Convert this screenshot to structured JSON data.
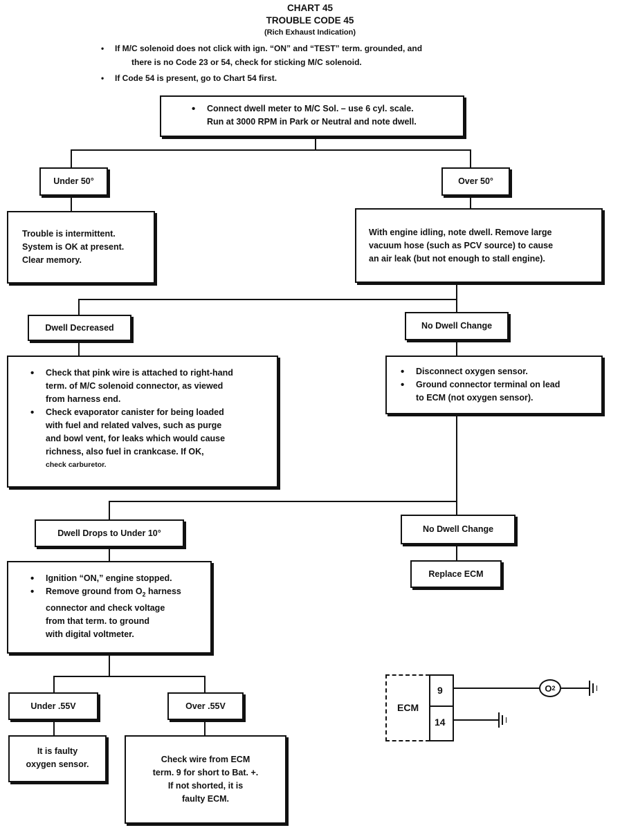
{
  "header": {
    "chart": "CHART 45",
    "code": "TROUBLE CODE 45",
    "subtitle": "(Rich Exhaust Indication)",
    "notes": [
      "If M/C solenoid does not click with ign. “ON” and “TEST” term. grounded, and",
      "there is no Code 23 or 54, check for sticking M/C solenoid.",
      "If Code 54 is present, go to Chart 54 first."
    ]
  },
  "boxes": {
    "start": [
      "Connect dwell meter to M/C Sol. – use 6 cyl. scale.",
      "Run at 3000 RPM in Park or Neutral and note dwell."
    ],
    "under50": "Under 50°",
    "over50": "Over 50°",
    "intermittent": [
      "Trouble is intermittent.",
      "System is OK at present.",
      "Clear memory."
    ],
    "idle_check": [
      "With engine idling, note dwell. Remove large",
      "vacuum hose (such as PCV source) to cause",
      "an air leak (but not enough to stall engine)."
    ],
    "dwell_decreased": "Dwell Decreased",
    "no_dwell_change_1": "No Dwell Change",
    "checks": {
      "item1": [
        "Check that pink wire is attached to right-hand",
        "term. of M/C solenoid connector, as viewed",
        "from harness end."
      ],
      "item2": [
        "Check evaporator canister for being loaded",
        "with fuel and related valves, such as purge",
        "and bowl vent, for leaks which would cause",
        "richness, also fuel in crankcase. If OK,"
      ],
      "item2_tail": "check carburetor."
    },
    "disconnect": {
      "item1": "Disconnect oxygen sensor.",
      "item2": [
        "Ground connector terminal on lead",
        "to ECM (not oxygen sensor)."
      ]
    },
    "dwell_drops": "Dwell Drops to Under 10°",
    "no_dwell_change_2": "No Dwell Change",
    "replace_ecm": "Replace ECM",
    "ignition": {
      "item1": "Ignition “ON,” engine stopped.",
      "item2_pre": "Remove ground from O",
      "item2_sub": "2",
      "item2_post": " harness",
      "item2_rest": [
        "connector and check voltage",
        "from that term. to ground",
        "with digital voltmeter."
      ]
    },
    "under055": "Under .55V",
    "over055": "Over .55V",
    "faulty_sensor": [
      "It is faulty",
      "oxygen sensor."
    ],
    "check_wire": [
      "Check wire from ECM",
      "term. 9 for short to Bat. +.",
      "If not shorted, it is",
      "faulty ECM."
    ]
  },
  "schematic": {
    "ecm_label": "ECM",
    "pin_9": "9",
    "pin_14": "14",
    "sensor_label": "O",
    "sensor_sub": "2"
  }
}
